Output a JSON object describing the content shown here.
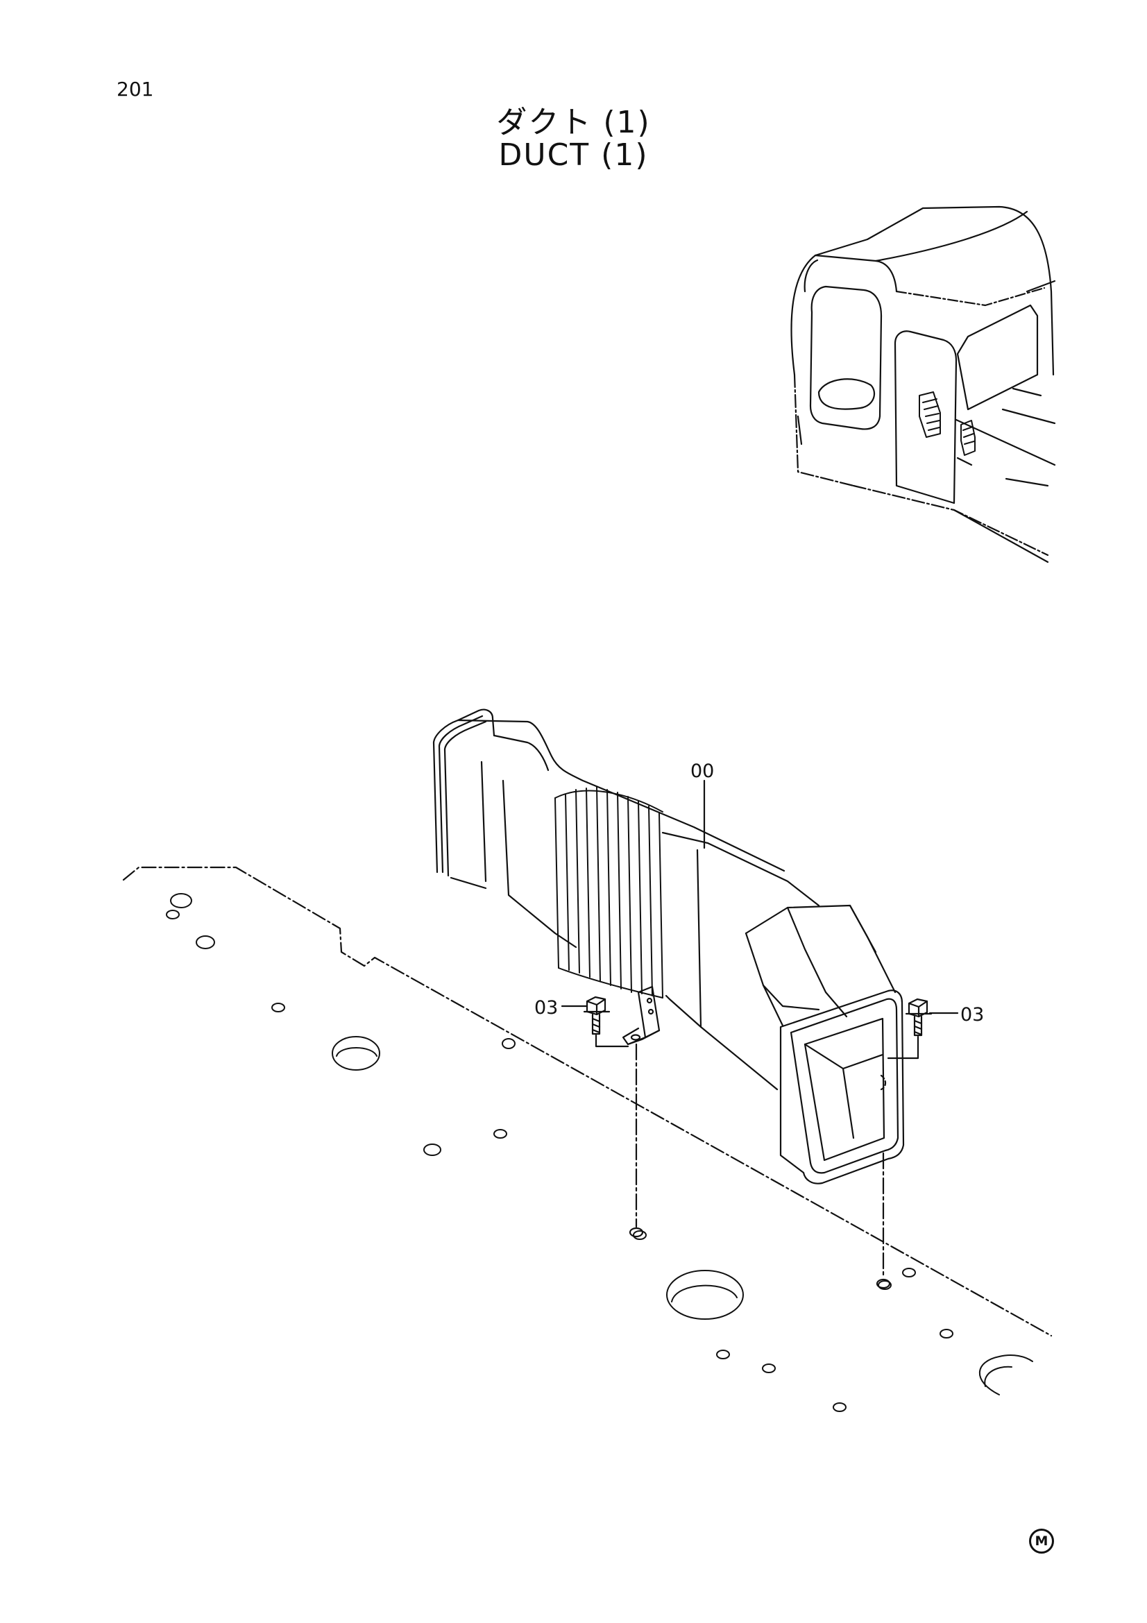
{
  "page": {
    "page_number": "201",
    "title_jp": "ダクト (1)",
    "title_en": "DUCT (1)"
  },
  "callouts": {
    "duct_part": "00",
    "bolt_left": "03",
    "bolt_right": "03"
  },
  "mark": "M",
  "colors": {
    "line": "#111111",
    "paper": "#ffffff"
  }
}
